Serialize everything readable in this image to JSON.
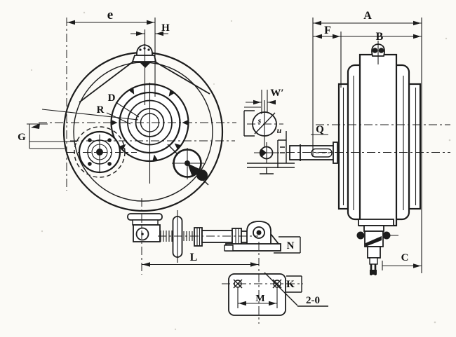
{
  "drawing": {
    "kind": "engineering-line-drawing",
    "colors": {
      "ink": "#1c1c1c",
      "paper": "#fbfaf6"
    },
    "front_view": {
      "labels": {
        "e": "e",
        "H": "H",
        "D": "D",
        "R": "R",
        "G": "G",
        "L": "L"
      }
    },
    "side_view": {
      "labels": {
        "A": "A",
        "F": "F",
        "B": "B",
        "Q": "Q",
        "C": "C"
      }
    },
    "details": {
      "labels": {
        "W": "W′",
        "N": "N",
        "K": "K",
        "M": "M",
        "holes": "2-0",
        "script_s": "s",
        "script_u": "u"
      }
    }
  }
}
